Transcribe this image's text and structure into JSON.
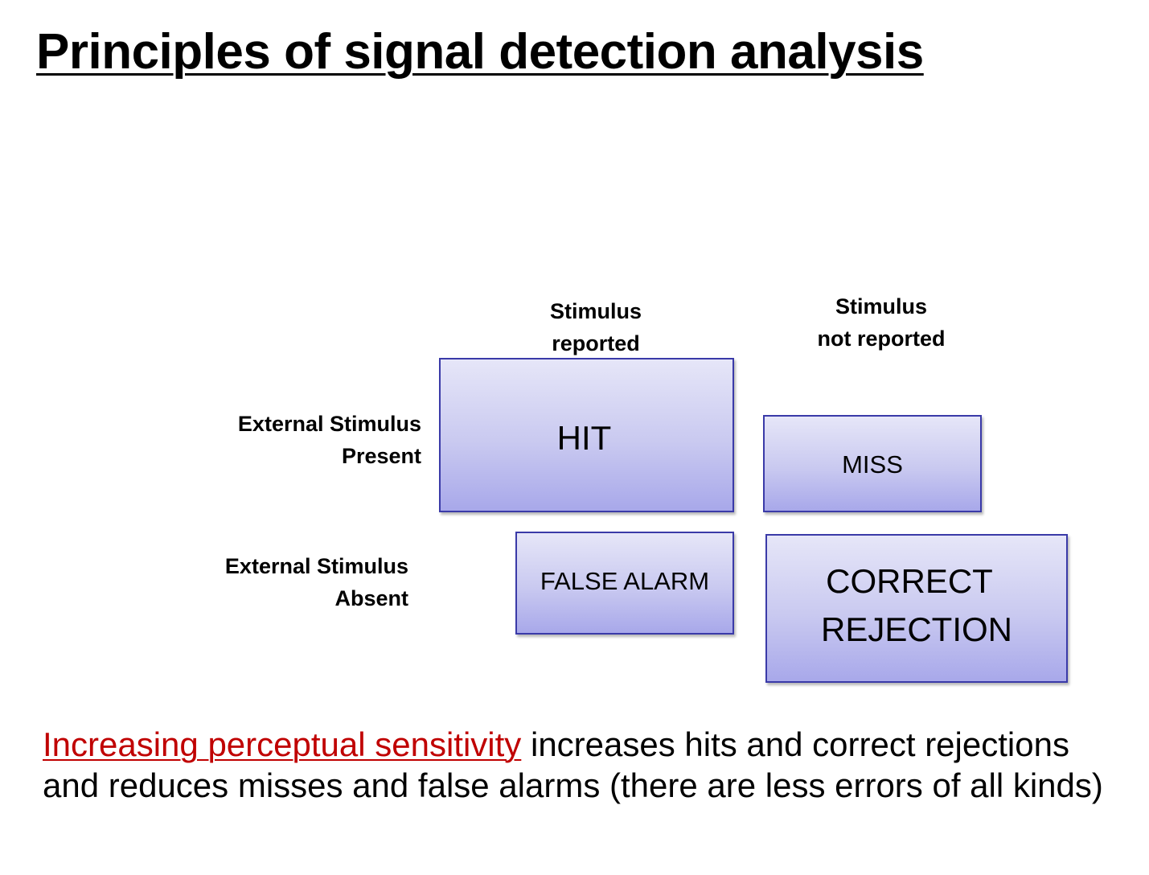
{
  "slide": {
    "title": "Principles of signal detection analysis"
  },
  "matrix": {
    "columns": [
      {
        "line1": "Stimulus",
        "line2": "reported"
      },
      {
        "line1": "Stimulus",
        "line2": "not reported"
      }
    ],
    "rows": [
      {
        "line1": "External Stimulus",
        "line2": "Present"
      },
      {
        "line1": "External Stimulus",
        "line2": "Absent"
      }
    ],
    "cells": {
      "hit": "HIT",
      "miss": "MISS",
      "false_alarm": "FALSE ALARM",
      "correct_rejection_line1": "CORRECT",
      "correct_rejection_line2": "REJECTION"
    },
    "colors": {
      "cell_border": "#3a3aa8",
      "cell_fill_top": "#e6e6f8",
      "cell_fill_bottom": "#a8a8ea"
    }
  },
  "caption": {
    "highlight": "Increasing perceptual sensitivity",
    "rest": " increases hits and correct rejections and reduces misses and false alarms (there are less errors of all kinds)",
    "highlight_color": "#c00000"
  }
}
